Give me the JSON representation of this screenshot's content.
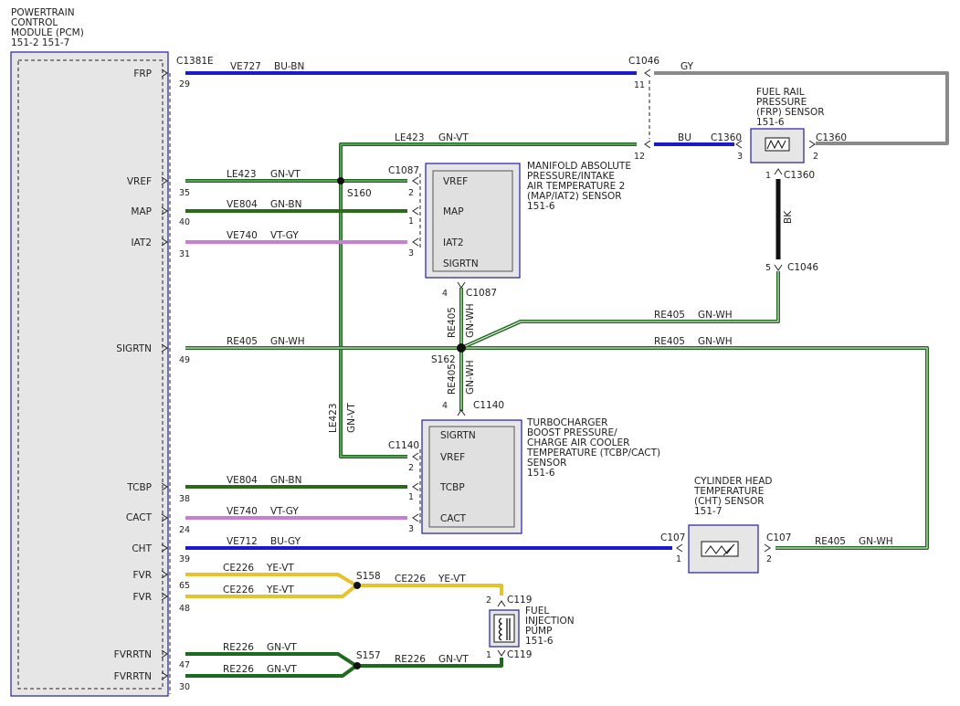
{
  "pcm": {
    "title_lines": [
      "POWERTRAIN",
      "CONTROL",
      "MODULE (PCM)",
      "151-2   151-7"
    ],
    "connector": "C1381E",
    "pins": [
      {
        "label": "FRP",
        "pin": "29"
      },
      {
        "label": "VREF",
        "pin": "35"
      },
      {
        "label": "MAP",
        "pin": "40"
      },
      {
        "label": "IAT2",
        "pin": "31"
      },
      {
        "label": "SIGRTN",
        "pin": "49"
      },
      {
        "label": "TCBP",
        "pin": "38"
      },
      {
        "label": "CACT",
        "pin": "24"
      },
      {
        "label": "CHT",
        "pin": "39"
      },
      {
        "label": "FVR",
        "pin": "65"
      },
      {
        "label": "FVR",
        "pin": "48"
      },
      {
        "label": "FVRRTN",
        "pin": "47"
      },
      {
        "label": "FVRRTN",
        "pin": "30"
      }
    ]
  },
  "wires": [
    {
      "circuit": "VE727",
      "color": "BU-BN"
    },
    {
      "circuit": "LE423",
      "color": "GN-VT"
    },
    {
      "circuit": "VE804",
      "color": "GN-BN"
    },
    {
      "circuit": "VE740",
      "color": "VT-GY"
    },
    {
      "circuit": "RE405",
      "color": "GN-WH"
    },
    {
      "circuit": "VE804",
      "color": "GN-BN"
    },
    {
      "circuit": "VE740",
      "color": "VT-GY"
    },
    {
      "circuit": "VE712",
      "color": "BU-GY"
    },
    {
      "circuit": "CE226",
      "color": "YE-VT"
    },
    {
      "circuit": "CE226",
      "color": "YE-VT"
    },
    {
      "circuit": "RE226",
      "color": "GN-VT"
    },
    {
      "circuit": "RE226",
      "color": "GN-VT"
    },
    {
      "circuit": "LE423",
      "color": "GN-VT"
    },
    {
      "circuit": "RE405",
      "color": "GN-WH"
    },
    {
      "circuit": "RE405",
      "color": "GN-WH"
    },
    {
      "circuit": "RE405",
      "color": "GN-WH"
    },
    {
      "circuit": "CE226",
      "color": "YE-VT"
    },
    {
      "circuit": "RE226",
      "color": "GN-VT"
    },
    {
      "circuit": "RE405",
      "color": "GN-WH"
    },
    {
      "circuit": "LE423",
      "color": "GN-VT"
    },
    {
      "circuit": "RE405",
      "color": "GN-WH"
    },
    {
      "circuit": "RE405",
      "color": "GN-WH"
    }
  ],
  "wire_colors": {
    "GY": "GY",
    "BU": "BU",
    "BK": "BK"
  },
  "connectors": {
    "c1046": "C1046",
    "c1360": "C1360",
    "c1087": "C1087",
    "c1140": "C1140",
    "c107": "C107",
    "c119": "C119"
  },
  "splices": {
    "s160": "S160",
    "s162": "S162",
    "s158": "S158",
    "s157": "S157"
  },
  "frp_sensor": {
    "title_lines": [
      "FUEL RAIL",
      "PRESSURE",
      "(FRP) SENSOR",
      "151-6"
    ]
  },
  "map_sensor": {
    "title_lines": [
      "MANIFOLD ABSOLUTE",
      "PRESSURE/INTAKE",
      "AIR TEMPERATURE 2",
      "(MAP/IAT2) SENSOR",
      "151-6"
    ],
    "pins": [
      "VREF",
      "MAP",
      "IAT2",
      "SIGRTN"
    ]
  },
  "tcbp_sensor": {
    "title_lines": [
      "TURBOCHARGER",
      "BOOST PRESSURE/",
      "CHARGE AIR COOLER",
      "TEMPERATURE (TCBP/CACT)",
      "SENSOR",
      "151-6"
    ],
    "pins": [
      "SIGRTN",
      "VREF",
      "TCBP",
      "CACT"
    ]
  },
  "cht_sensor": {
    "title_lines": [
      "CYLINDER HEAD",
      "TEMPERATURE",
      "(CHT) SENSOR",
      "151-7"
    ]
  },
  "fuel_pump": {
    "title_lines": [
      "FUEL",
      "INJECTION",
      "PUMP",
      "151-6"
    ]
  },
  "pins": {
    "c1046_11": "11",
    "c1046_12": "12",
    "c1360_3": "3",
    "c1360_2": "2",
    "c1360_1": "1",
    "c1046_5": "5",
    "c1087_2": "2",
    "c1087_1": "1",
    "c1087_3": "3",
    "c1087_4": "4",
    "c1140_4": "4",
    "c1140_2": "2",
    "c1140_1": "1",
    "c1140_3": "3",
    "c107_1": "1",
    "c107_2": "2",
    "c119_2": "2",
    "c119_1": "1"
  },
  "colors": {
    "blue": "#1a1acc",
    "green_dark": "#1e6b1e",
    "green_light": "#2f9a2f",
    "violet": "#c97ed6",
    "yellow": "#e8c22a",
    "gray": "#8a8a8a",
    "black": "#111111",
    "box_border": "#1f1fa8",
    "box_fill": "#e6e6e6"
  }
}
